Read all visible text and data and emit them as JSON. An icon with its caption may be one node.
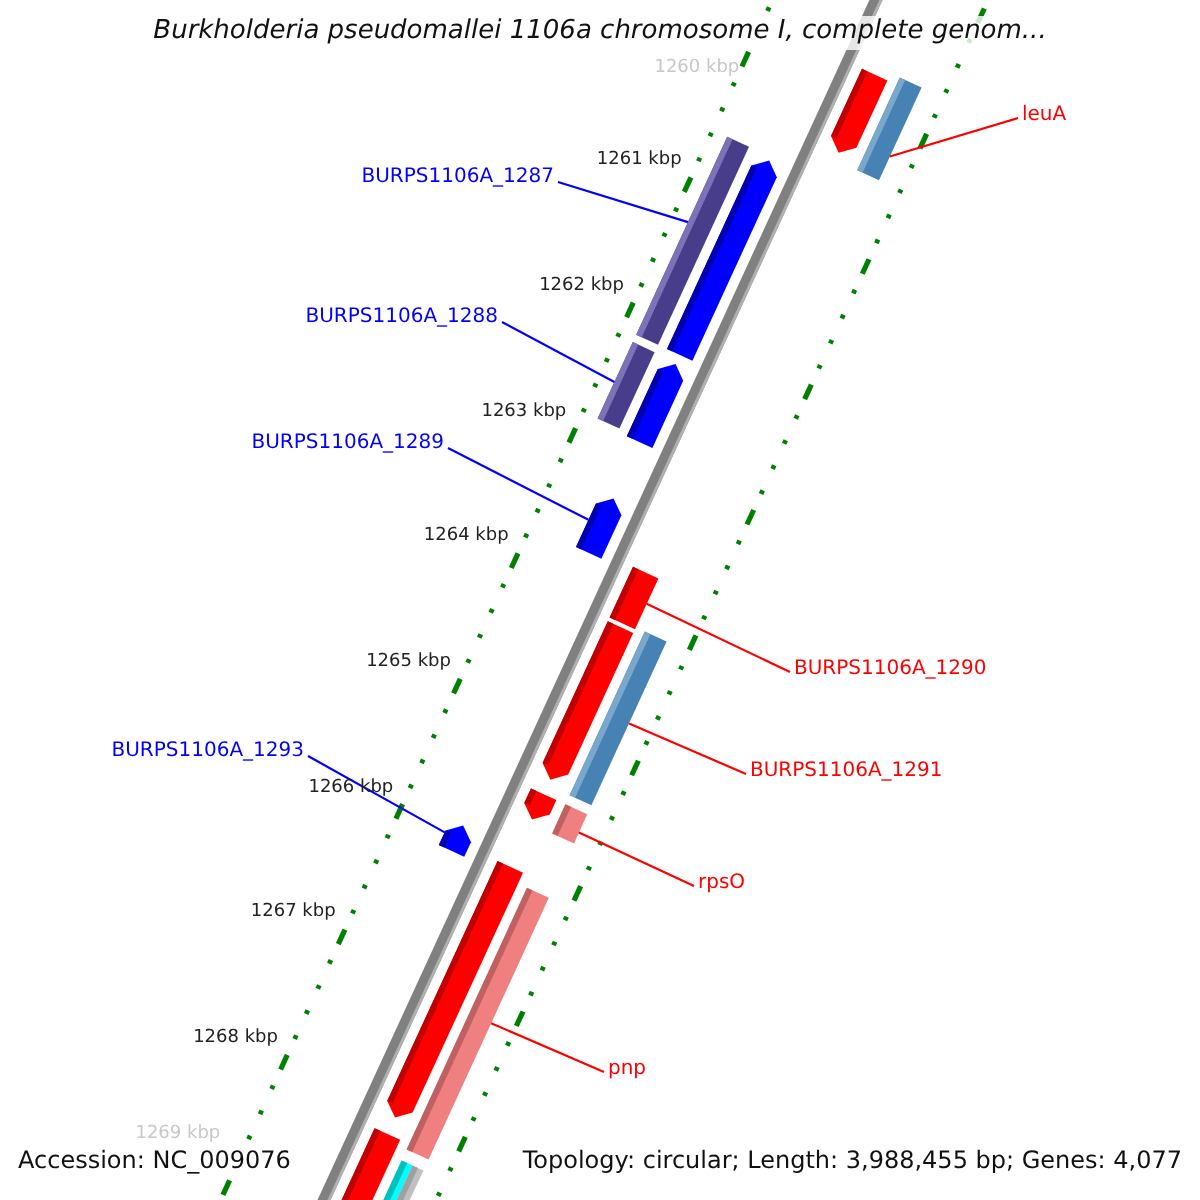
{
  "diagram": {
    "title": "Burkholderia pseudomallei 1106a chromosome I, complete genom...",
    "nodes": [
      {
        "text": [
          "leuA"
        ]
      },
      {
        "text": [],
        "shape": "bar"
      },
      {
        "text": [
          "BURPS1106A_1287"
        ]
      },
      {
        "text": [],
        "shape": "bar"
      },
      {
        "text": [
          "BURPS1106A_1288"
        ]
      },
      {
        "text": [],
        "shape": "bar"
      },
      {
        "text": [
          "BURPS1106A_1289"
        ]
      },
      {
        "text": [],
        "shape": "bar"
      },
      {
        "text": [
          "BURPS1106A_1290"
        ]
      },
      {
        "text": [],
        "shape": "bar"
      },
      {
        "text": [
          "BURPS1106A_1291"
        ]
      },
      {
        "text": [],
        "shape": "bar"
      },
      {
        "text": [
          "BURPS1106A_1293"
        ]
      },
      {
        "text": [],
        "shape": "bar"
      },
      {
        "text": [
          "rpsO"
        ]
      },
      {
        "text": [],
        "shape": "bar"
      },
      {
        "text": [
          "pnp"
        ]
      },
      {
        "text": [],
        "shape": "bar"
      }
    ],
    "edges": [
      {
        "from": 0,
        "to": 1,
        "arrow": "none"
      },
      {
        "from": 2,
        "to": 3,
        "arrow": "none",
        "color": "#0000ff"
      },
      {
        "from": 4,
        "to": 5,
        "arrow": "none",
        "color": "#0000ff"
      },
      {
        "from": 6,
        "to": 7,
        "arrow": "none",
        "color": "#0000ff"
      },
      {
        "from": 8,
        "to": 9,
        "arrow": "none"
      },
      {
        "from": 10,
        "to": 11,
        "arrow": "none"
      },
      {
        "from": 12,
        "to": 13,
        "arrow": "none",
        "color": "#0000ff"
      },
      {
        "from": 14,
        "to": 15,
        "arrow": "none"
      },
      {
        "from": 16,
        "to": 17,
        "arrow": "none"
      }
    ],
    "labels": [
      "1260 kbp",
      "1261 kbp",
      "1262 kbp",
      "1263 kbp",
      "1264 kbp",
      "1265 kbp",
      "1266 kbp",
      "1267 kbp",
      "1268 kbp",
      "1269 kbp",
      "Accession: NC_009076",
      "Topology: circular; Length: 3,988,455 bp; Genes: 4,077"
    ]
  }
}
